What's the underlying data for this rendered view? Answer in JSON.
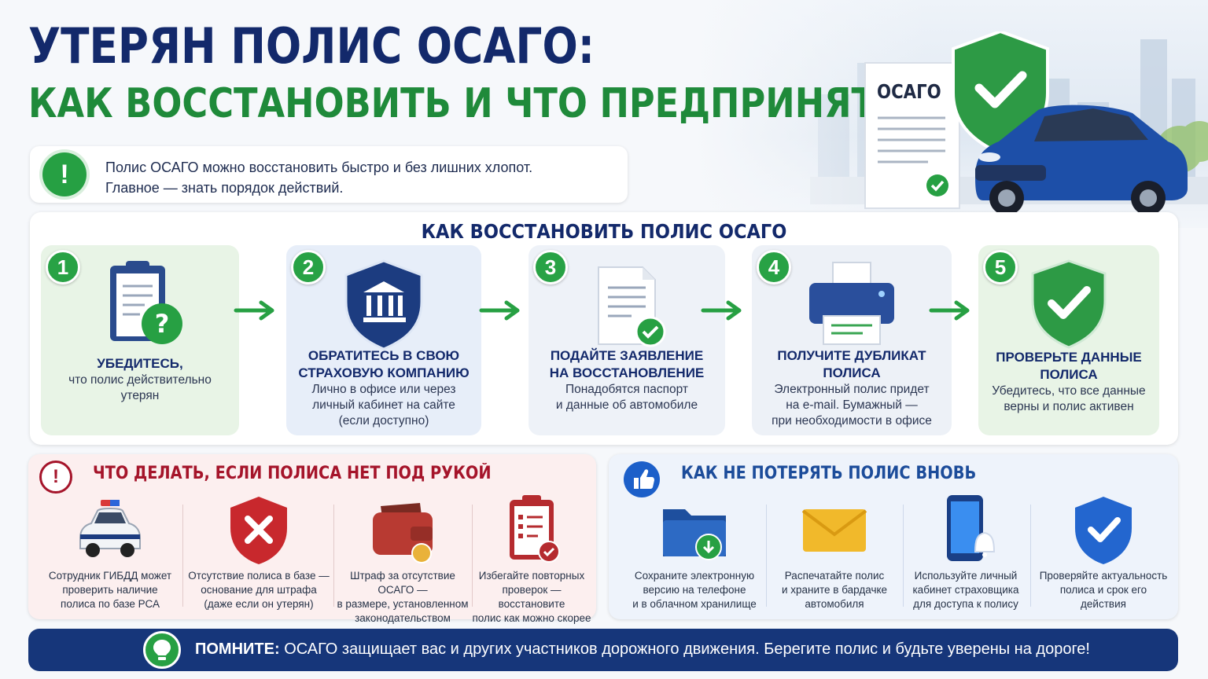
{
  "header": {
    "title_line1": "УТЕРЯН ПОЛИС ОСАГО:",
    "title_line2": "КАК ВОССТАНОВИТЬ И ЧТО ПРЕДПРИНЯТЬ",
    "doc_label": "ОСАГО"
  },
  "intro": {
    "badge": "!",
    "line1": "Полис ОСАГО можно восстановить быстро и без лишних хлопот.",
    "line2": "Главное — знать порядок действий."
  },
  "steps_section": {
    "title": "КАК ВОССТАНОВИТЬ ПОЛИС ОСАГО",
    "steps": [
      {
        "num": "1",
        "heading": "УБЕДИТЕСЬ,",
        "heading2": "",
        "desc1": "что полис действительно",
        "desc2": "утерян",
        "desc3": "",
        "icon": "clipboard-question-icon"
      },
      {
        "num": "2",
        "heading": "ОБРАТИТЕСЬ В СВОЮ",
        "heading2": "СТРАХОВУЮ КОМПАНИЮ",
        "desc1": "Лично в офисе или через",
        "desc2": "личный кабинет на сайте",
        "desc3": "(если доступно)",
        "icon": "insurance-shield-icon"
      },
      {
        "num": "3",
        "heading": "ПОДАЙТЕ ЗАЯВЛЕНИЕ",
        "heading2": "НА ВОССТАНОВЛЕНИЕ",
        "desc1": "Понадобятся паспорт",
        "desc2": "и данные об автомобиле",
        "desc3": "",
        "icon": "document-check-icon"
      },
      {
        "num": "4",
        "heading": "ПОЛУЧИТЕ ДУБЛИКАТ",
        "heading2": "ПОЛИСА",
        "desc1": "Электронный полис придет",
        "desc2": "на e-mail. Бумажный —",
        "desc3": "при необходимости в офисе",
        "icon": "printer-icon"
      },
      {
        "num": "5",
        "heading": "ПРОВЕРЬТЕ ДАННЫЕ",
        "heading2": "ПОЛИСА",
        "desc1": "Убедитесь, что все данные",
        "desc2": "верны и полис активен",
        "desc3": "",
        "icon": "shield-check-icon"
      }
    ]
  },
  "what_to_do": {
    "badge": "!",
    "title": "ЧТО ДЕЛАТЬ, ЕСЛИ ПОЛИСА НЕТ ПОД РУКОЙ",
    "items": [
      {
        "l1": "Сотрудник ГИБДД может",
        "l2": "проверить наличие",
        "l3": "полиса по базе РСА",
        "icon": "police-car-icon"
      },
      {
        "l1": "Отсутствие полиса в базе —",
        "l2": "основание для штрафа",
        "l3": "(даже если он утерян)",
        "icon": "shield-cross-icon"
      },
      {
        "l1": "Штраф за отсутствие ОСАГО —",
        "l2": "в размере, установленном",
        "l3": "законодательством",
        "icon": "wallet-icon"
      },
      {
        "l1": "Избегайте повторных",
        "l2": "проверок — восстановите",
        "l3": "полис как можно скорее",
        "icon": "checklist-icon"
      }
    ]
  },
  "how_not_lose": {
    "title": "КАК НЕ ПОТЕРЯТЬ ПОЛИС ВНОВЬ",
    "items": [
      {
        "l1": "Сохраните электронную",
        "l2": "версию на телефоне",
        "l3": "и в облачном хранилище",
        "icon": "folder-download-icon"
      },
      {
        "l1": "Распечатайте полис",
        "l2": "и храните в бардачке",
        "l3": "автомобиля",
        "icon": "envelope-icon"
      },
      {
        "l1": "Используйте личный",
        "l2": "кабинет страховщика",
        "l3": "для доступа к полису",
        "icon": "phone-bell-icon"
      },
      {
        "l1": "Проверяйте актуальность",
        "l2": "полиса и срок его",
        "l3": "действия",
        "icon": "shield-check-blue-icon"
      }
    ]
  },
  "footer": {
    "label": "ПОМНИТЕ:",
    "text": "ОСАГО защищает вас и других участников дорожного движения. Берегите полис и будьте уверены на дороге!"
  },
  "colors": {
    "navy": "#13296b",
    "green": "#1f8a3a",
    "red": "#a5142a",
    "blue": "#1c4c9a"
  }
}
